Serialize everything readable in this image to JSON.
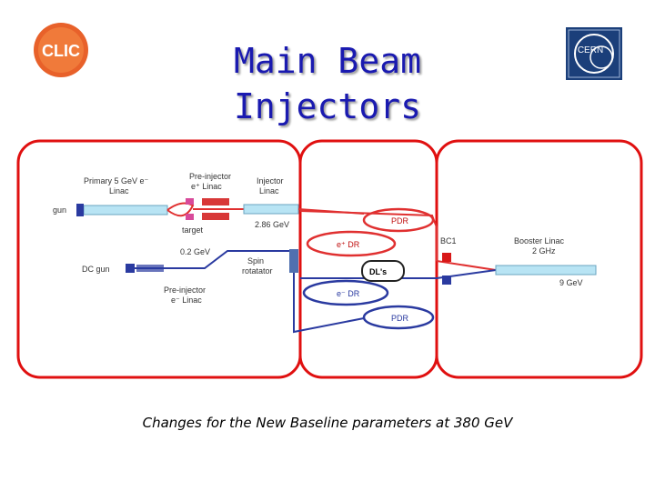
{
  "slide": {
    "title_line1": "Main Beam",
    "title_line2": "Injectors",
    "caption": "Changes for the New Baseline parameters at 380 GeV",
    "logo_left_text": "CLIC",
    "logo_right_text": "CERN"
  },
  "diagram": {
    "labels": {
      "primary_linac": [
        "Primary 5 GeV e⁻",
        "Linac"
      ],
      "preinjector_pos": [
        "Pre-injector",
        "e⁺ Linac"
      ],
      "injector_linac": [
        "Injector",
        "Linac"
      ],
      "gun": "gun",
      "target": "target",
      "energy_286": "2.86 GeV",
      "energy_02": "0.2 GeV",
      "spin_rotator": [
        "Spin",
        "rotatator"
      ],
      "dc_gun": "DC gun",
      "preinjector_neg": [
        "Pre-injector",
        "e⁻ Linac"
      ],
      "pdr_top": "PDR",
      "pos_dr": "e⁺ DR",
      "dls": "DL's",
      "neg_dr": "e⁻ DR",
      "pdr_bottom": "PDR",
      "bc1": "BC1",
      "booster_linac": [
        "Booster Linac",
        "2 GHz"
      ],
      "energy_9": "9 GeV"
    },
    "colors": {
      "positron_line": "#e03030",
      "electron_line": "#2a3aa0",
      "panel_border": "#e01010",
      "linac_fill": "#b8e4f4"
    }
  }
}
